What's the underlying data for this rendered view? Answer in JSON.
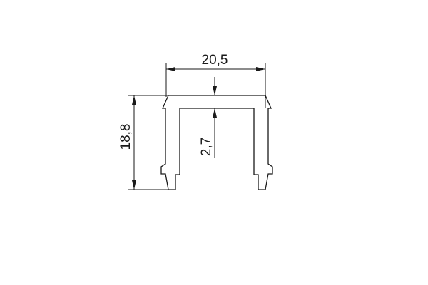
{
  "drawing": {
    "dimensions": {
      "width": "20,5",
      "height": "18,8",
      "wall_thickness": "2,7"
    }
  }
}
